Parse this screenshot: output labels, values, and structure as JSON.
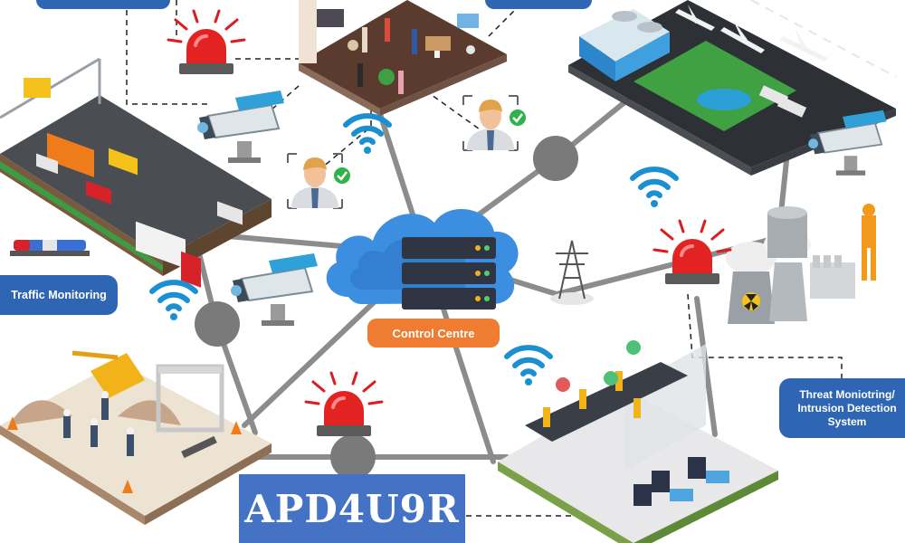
{
  "labels": {
    "traffic_monitoring": "Traffic Monitoring",
    "control_centre": "Control Centre",
    "threat_line1": "Threat Moniotring/",
    "threat_line2": "Intrusion Detection",
    "threat_line3": "System",
    "code": "APD4U9R"
  },
  "icons": {
    "cloud": "cloud-server-icon",
    "wifi": "wifi-icon",
    "cctv": "cctv-camera-icon",
    "alarm": "alarm-siren-icon",
    "face": "face-recognition-icon",
    "tower": "transmission-tower-icon"
  },
  "colors": {
    "connector": "#8c8c8c",
    "node": "#7a7a7a",
    "label_blue": "#2f66b3",
    "code_blue": "#4472c4",
    "control_orange": "#ef7c30",
    "wifi_blue": "#1a8fd1",
    "siren_red": "#d81e1e"
  }
}
